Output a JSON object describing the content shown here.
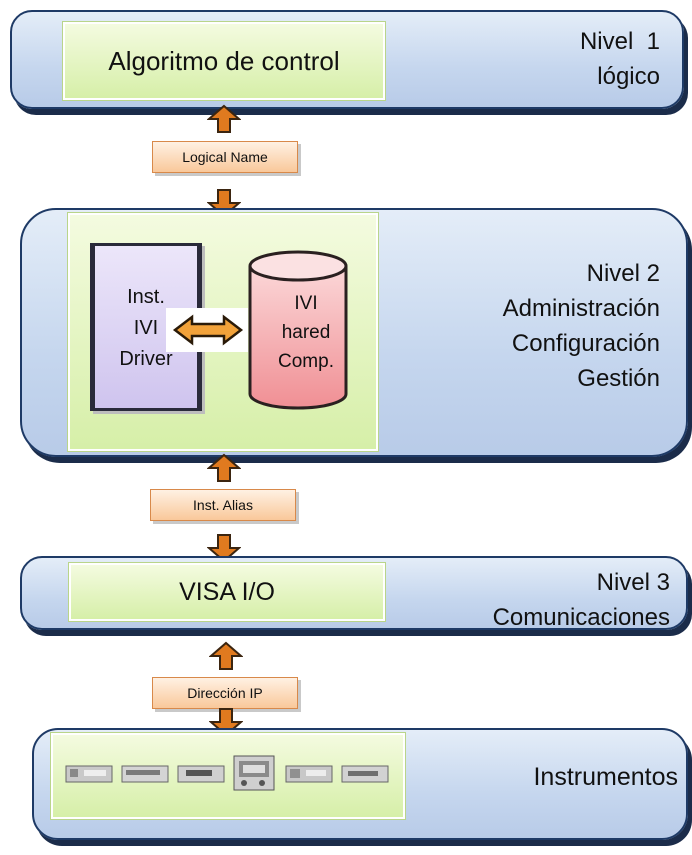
{
  "level1": {
    "box": "Algoritmo de control",
    "label_line1": "Nivel  1",
    "label_line2": "lógico"
  },
  "link1": "Logical Name",
  "level2": {
    "driver_lines": [
      "Inst.",
      "IVI",
      "Driver"
    ],
    "shared_lines": [
      "IVI",
      "hared",
      "Comp."
    ],
    "label_lines": [
      "Nivel 2",
      "Administración",
      "Configuración",
      "Gestión"
    ]
  },
  "link2": "Inst. Alias",
  "level3": {
    "box": "VISA I/O",
    "label_line1": "Nivel 3",
    "label_line2": "Comunicaciones"
  },
  "link3": "Dirección IP",
  "level4": {
    "label": "Instrumentos"
  },
  "colors": {
    "panel": "#c5d6ee",
    "panel_border": "#1e3a66",
    "green_box": "#d6efa8",
    "driver": "#d7cff0",
    "shared": "#f4a3a6",
    "arrow": "#e07a1f"
  }
}
